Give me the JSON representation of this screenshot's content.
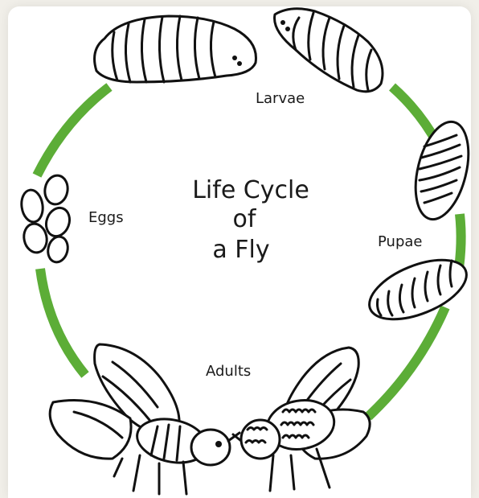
{
  "diagram": {
    "title_lines": [
      "Life Cycle",
      "of",
      "a Fly"
    ],
    "stages": {
      "eggs": "Eggs",
      "larvae": "Larvae",
      "pupae": "Pupae",
      "adults": "Adults"
    },
    "arrow_color": "#5cad37",
    "line_color": "#111111",
    "background_color": "#ffffff"
  }
}
